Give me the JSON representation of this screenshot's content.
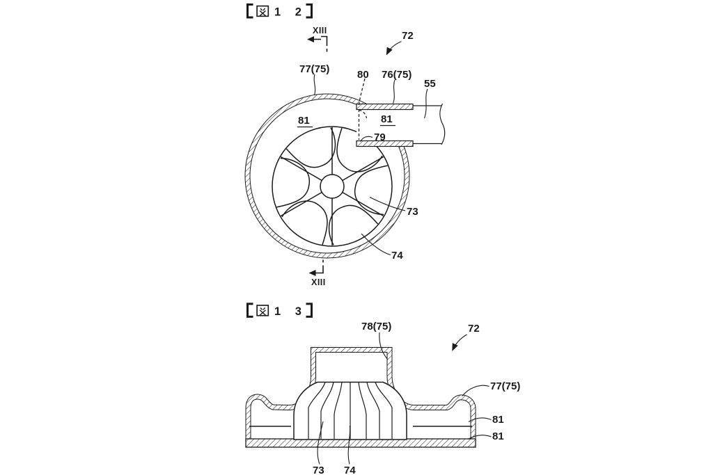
{
  "page": {
    "background": "#ffffff",
    "line_color": "#1a1a1a"
  },
  "fig12": {
    "title": {
      "full": "【図12】",
      "digits": "1 2"
    },
    "section_label_top": "XIII",
    "section_label_bottom": "XIII",
    "labels": {
      "scroll_casing": "77(75)",
      "boundary": "80",
      "outlet_part": "76(75)",
      "pipe": "55",
      "space_left": "81",
      "space_right": "81",
      "tongue": "79",
      "blade": "73",
      "shroud": "74",
      "pump": "72"
    }
  },
  "fig13": {
    "title": {
      "full": "【図13】",
      "digits": "1 3"
    },
    "labels": {
      "inlet_part": "78(75)",
      "pump": "72",
      "scroll_casing": "77(75)",
      "space_upper": "81",
      "space_lower": "81",
      "blade": "73",
      "impeller": "74"
    }
  }
}
